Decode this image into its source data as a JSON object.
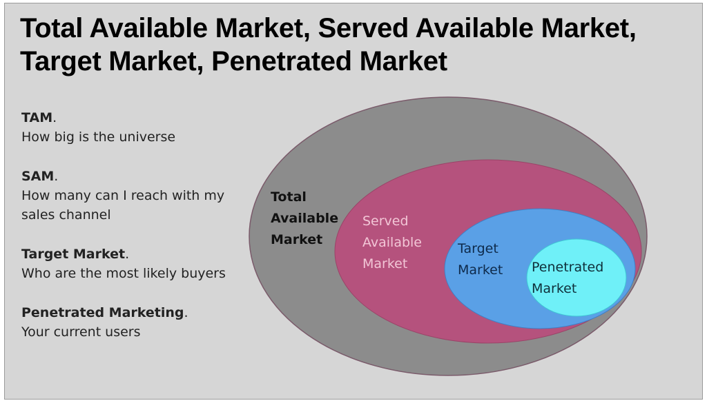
{
  "title": "Total Available Market, Served Available Market, Target Market, Penetrated Market",
  "definitions": [
    {
      "term": "TAM",
      "period": ".",
      "description": "How big is the universe"
    },
    {
      "term": "SAM",
      "period": ".",
      "description": "How many can I reach with my sales channel"
    },
    {
      "term": "Target Market",
      "period": ".",
      "description": "Who are the most likely buyers"
    },
    {
      "term": "Penetrated Marketing",
      "period": ".",
      "description": "Your current users"
    }
  ],
  "diagram": {
    "tam": {
      "lines": [
        "Total",
        "Available",
        "Market"
      ],
      "fill": "#8c8c8c",
      "text_color": "#111111"
    },
    "sam": {
      "lines": [
        "Served",
        "Available",
        "Market"
      ],
      "fill": "#b5527d",
      "text_color": "#f2c6d6"
    },
    "target": {
      "lines": [
        "Target",
        "Market"
      ],
      "fill": "#5aa0e6",
      "text_color": "#0e2a4a"
    },
    "penetrated": {
      "lines": [
        "Penetrated",
        "Market"
      ],
      "fill": "#6ff0f8",
      "text_color": "#0f2f3a"
    }
  }
}
